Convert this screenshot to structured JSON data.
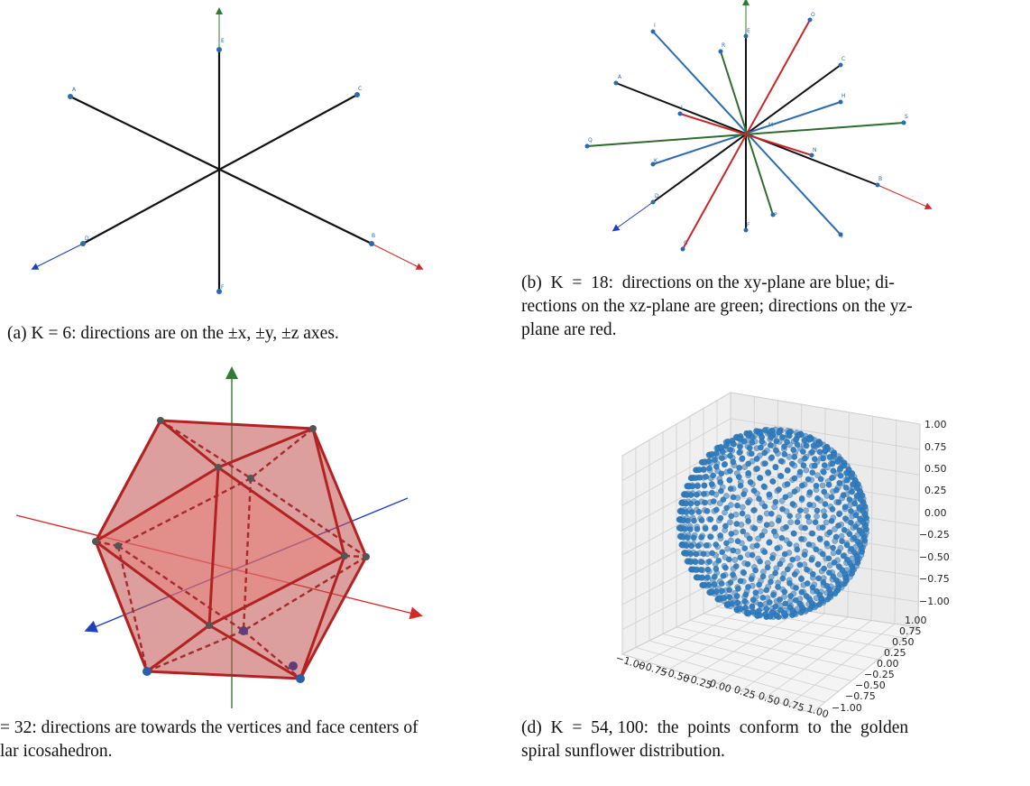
{
  "captions": {
    "a": "(a) K = 6: directions are on the ±x, ±y, ±z axes.",
    "b1": "(b)  K  =  18:  directions on the xy-plane are blue; di-",
    "b2": "rections on the xz-plane are green; directions on the yz-",
    "b3": "plane are red.",
    "c1": "= 32: directions are towards the vertices and face centers of",
    "c2": "lar icosahedron.",
    "d1": "(d)  K  =  54, 100:  the  points  conform  to  the  golden",
    "d2": "spiral sunflower distribution."
  },
  "panel_a": {
    "labels": [
      "A",
      "B",
      "C",
      "D",
      "E",
      "F"
    ]
  },
  "panel_b": {
    "labels": [
      "A",
      "B",
      "C",
      "D",
      "E",
      "F",
      "G",
      "H",
      "I",
      "J",
      "K",
      "L",
      "M",
      "N",
      "O",
      "P",
      "Q",
      "R",
      "S"
    ]
  },
  "panel_d": {
    "z_ticks": [
      "1.00",
      "0.75",
      "0.50",
      "0.25",
      "0.00",
      "−0.25",
      "−0.50",
      "−0.75",
      "−1.00"
    ],
    "y_ticks": [
      "1.00",
      "0.75",
      "0.50",
      "0.25",
      "0.00",
      "−0.25",
      "−0.50",
      "−0.75",
      "−1.00"
    ],
    "x_ticks": [
      "−1.00",
      "−0.75",
      "−0.50",
      "−0.25",
      "0.00",
      "0.25",
      "0.50",
      "0.75",
      "1.00"
    ],
    "point_color": "#2f7cc0"
  },
  "colors": {
    "x_axis": "#d62728",
    "y_axis": "#1f3fbf",
    "z_axis": "#2e7d32",
    "icosa_fill": "#c0504d",
    "icosa_edge": "#b22222"
  }
}
